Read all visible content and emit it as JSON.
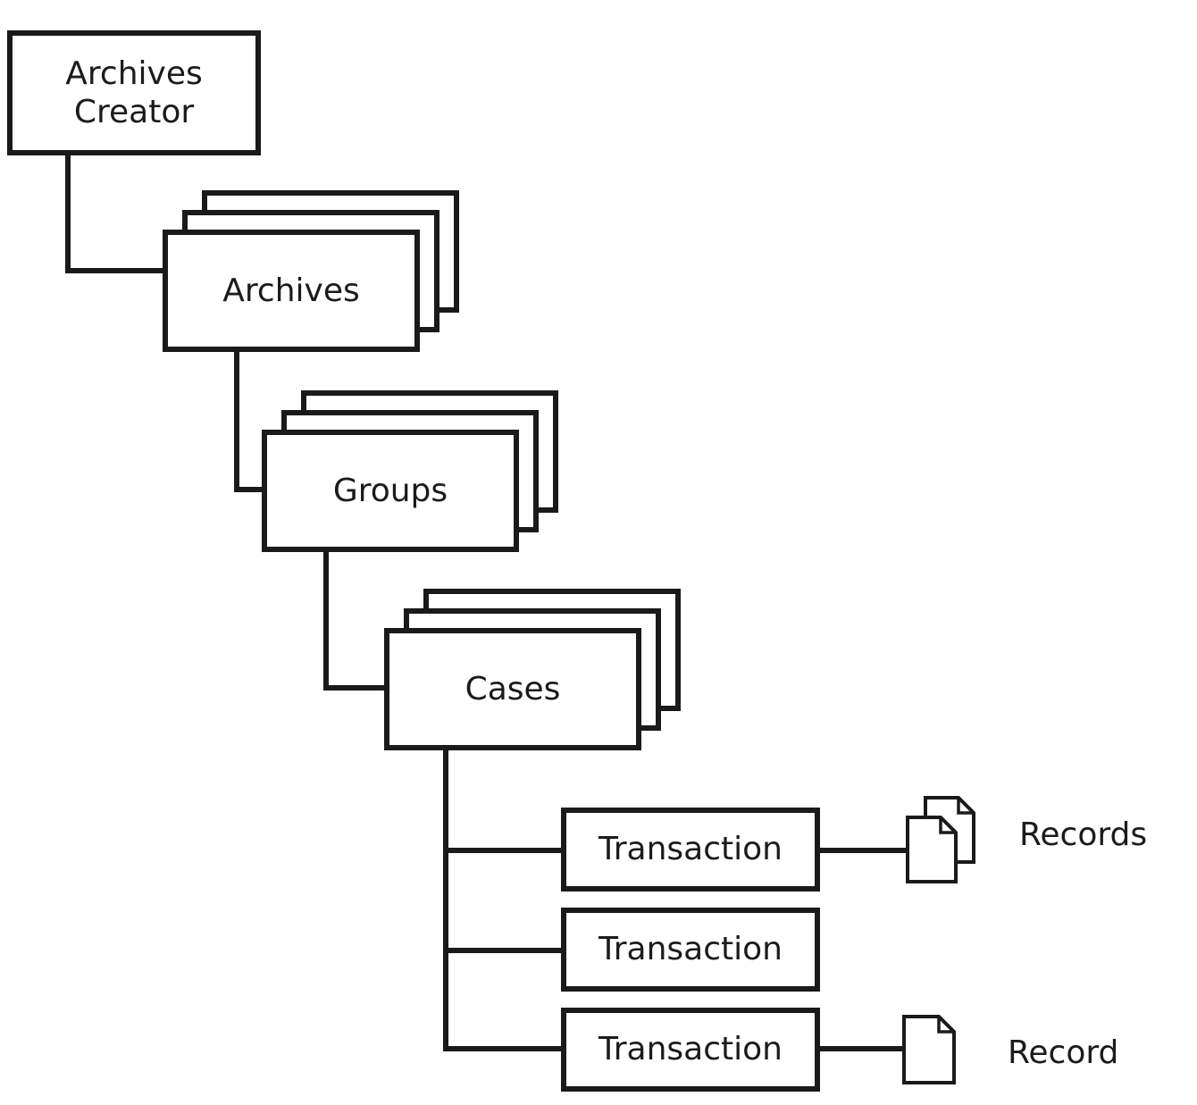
{
  "diagram": {
    "type": "hierarchy",
    "background": "#ffffff",
    "stroke_color": "#1a1a1a",
    "nodes": {
      "archives_creator": {
        "line1": "Archives",
        "line2": "Creator",
        "style": "single-box"
      },
      "archives": {
        "label": "Archives",
        "style": "stacked-box",
        "stack_count": 3
      },
      "groups": {
        "label": "Groups",
        "style": "stacked-box",
        "stack_count": 3
      },
      "cases": {
        "label": "Cases",
        "style": "stacked-box",
        "stack_count": 3
      },
      "transaction_1": {
        "label": "Transaction",
        "style": "single-box"
      },
      "transaction_2": {
        "label": "Transaction",
        "style": "single-box"
      },
      "transaction_3": {
        "label": "Transaction",
        "style": "single-box"
      }
    },
    "attachments": {
      "records": {
        "label": "Records",
        "icon": "documents-stack-icon",
        "attached_to": "transaction_1"
      },
      "record": {
        "label": "Record",
        "icon": "document-icon",
        "attached_to": "transaction_3"
      }
    },
    "edges": [
      {
        "from": "archives_creator",
        "to": "archives"
      },
      {
        "from": "archives",
        "to": "groups"
      },
      {
        "from": "groups",
        "to": "cases"
      },
      {
        "from": "cases",
        "to": "transaction_1"
      },
      {
        "from": "cases",
        "to": "transaction_2"
      },
      {
        "from": "cases",
        "to": "transaction_3"
      },
      {
        "from": "transaction_1",
        "to": "records"
      },
      {
        "from": "transaction_3",
        "to": "record"
      }
    ]
  }
}
